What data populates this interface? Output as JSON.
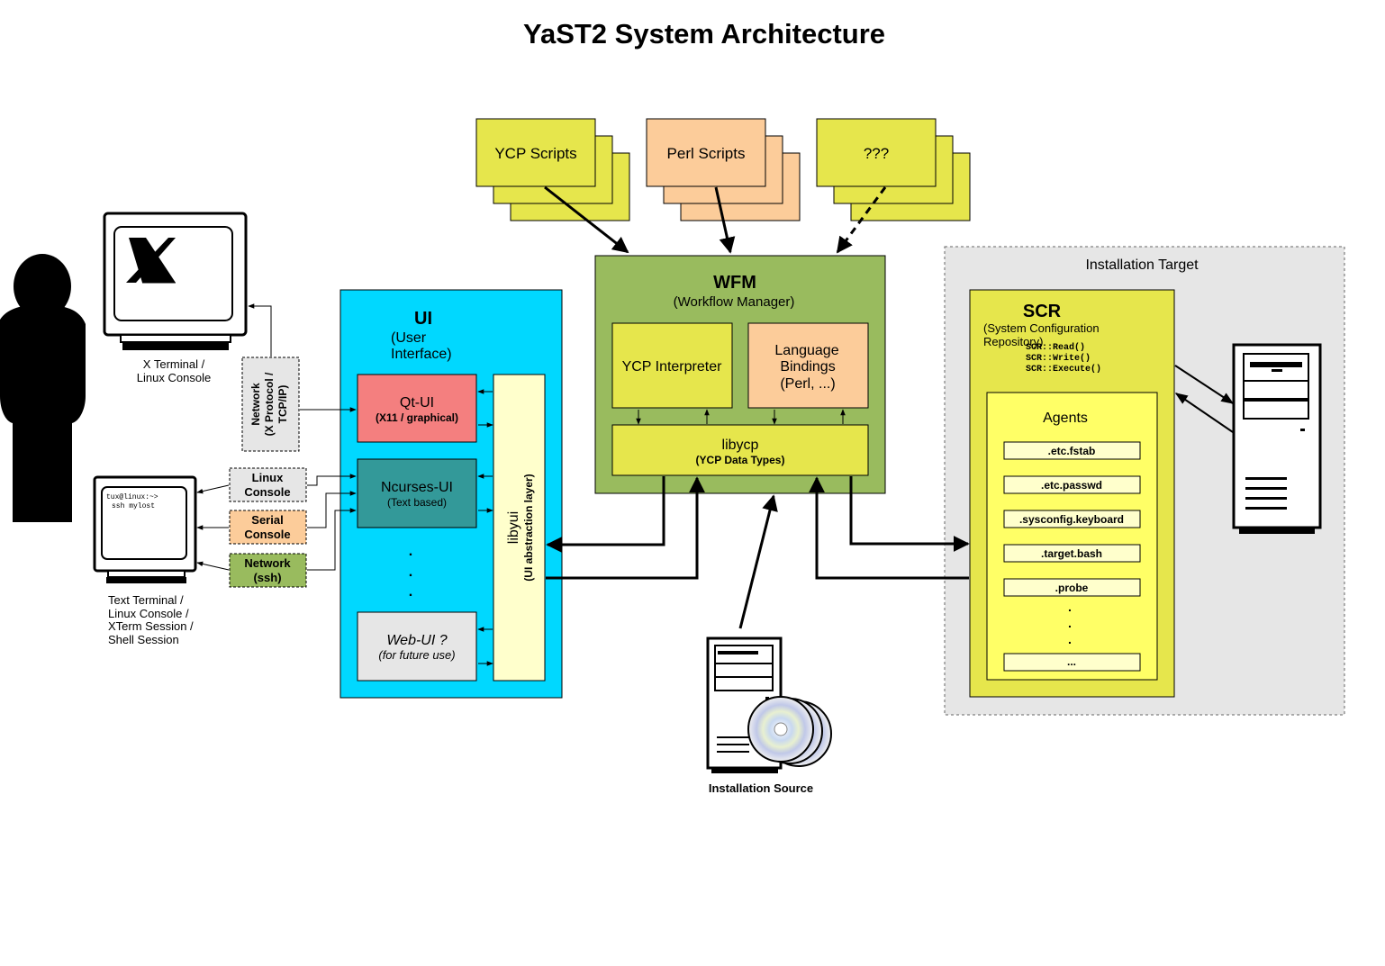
{
  "title": "YaST2 System Architecture",
  "colors": {
    "yellow": "#e6e64c",
    "peach": "#fccc9a",
    "green": "#99bb5e",
    "cyan": "#00d8ff",
    "salmon": "#f47f7f",
    "teal": "#339999",
    "pale_yellow": "#ffffcc",
    "light_yellow": "#ffff66",
    "gray_box": "#e6e6e6",
    "target_bg": "#e6e6e6"
  },
  "scripts": {
    "ycp": "YCP Scripts",
    "perl": "Perl Scripts",
    "unknown": "???"
  },
  "wfm": {
    "title": "WFM",
    "subtitle": "(Workflow Manager)",
    "ycp_interpreter": "YCP Interpreter",
    "bindings_1": "Language",
    "bindings_2": "Bindings",
    "bindings_3": "(Perl, ...)",
    "libycp": "libycp",
    "libycp_sub": "(YCP Data Types)"
  },
  "ui": {
    "title": "UI",
    "sub1": "(User",
    "sub2": "Interface)",
    "qt": "Qt-UI",
    "qt_sub": "(X11 / graphical)",
    "ncurses": "Ncurses-UI",
    "ncurses_sub": "(Text based)",
    "web": "Web-UI ?",
    "web_sub": "(for future use)",
    "libyui": "libyui",
    "libyui_sub": "(UI abstraction layer)",
    "dots": "."
  },
  "left": {
    "x_terminal_1": "X Terminal /",
    "x_terminal_2": "Linux Console",
    "network_x_1": "Network",
    "network_x_2": "(X Protocol /",
    "network_x_3": "TCP/IP)",
    "linux_console_1": "Linux",
    "linux_console_2": "Console",
    "serial_console_1": "Serial",
    "serial_console_2": "Console",
    "network_ssh_1": "Network",
    "network_ssh_2": "(ssh)",
    "text_terminal_1": "Text Terminal /",
    "text_terminal_2": "Linux Console /",
    "text_terminal_3": "XTerm Session /",
    "text_terminal_4": "Shell Session",
    "screen_line_1": "tux@linux:~>",
    "screen_line_2": "ssh mylost"
  },
  "target": {
    "title": "Installation Target",
    "scr": "SCR",
    "scr_sub_1": "(System Configuration",
    "scr_sub_2": "Repository)",
    "scr_read": "SCR::Read()",
    "scr_write": "SCR::Write()",
    "scr_execute": "SCR::Execute()",
    "agents": "Agents",
    "agent_list": [
      ".etc.fstab",
      ".etc.passwd",
      ".sysconfig.keyboard",
      ".target.bash",
      ".probe",
      "..."
    ],
    "dots": "."
  },
  "source": {
    "label": "Installation Source"
  }
}
